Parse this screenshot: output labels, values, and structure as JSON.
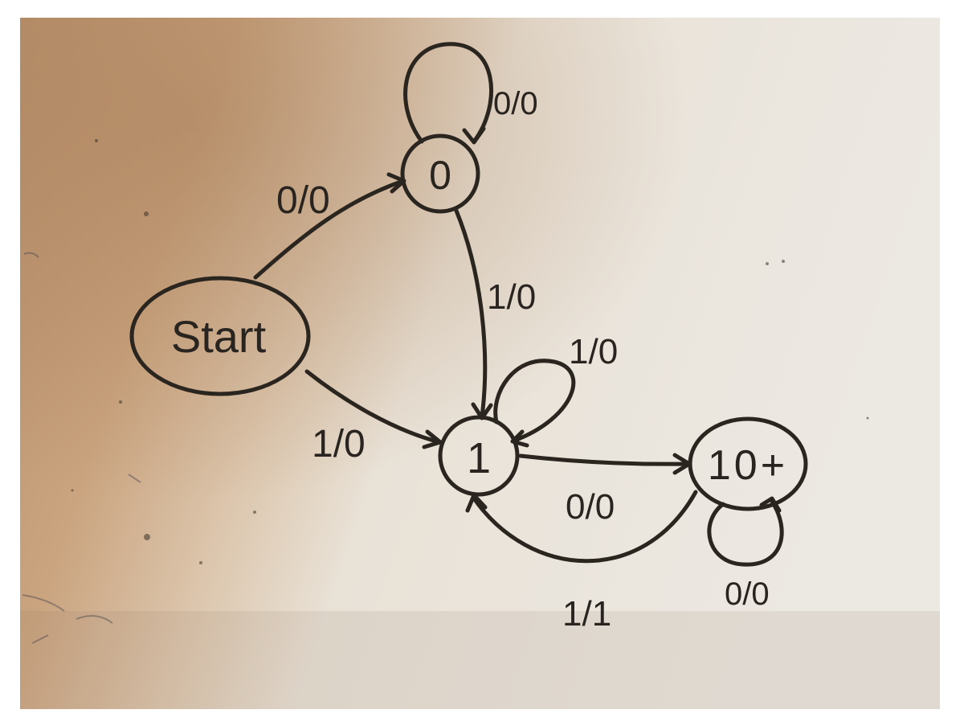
{
  "states": {
    "start": "Start",
    "s0": "0",
    "s1": "1",
    "s10": "10+"
  },
  "transitions": {
    "s0_self": "0/0",
    "start_to_s0": "0/0",
    "s0_to_s1": "1/0",
    "s1_self": "1/0",
    "start_to_s1": "1/0",
    "s1_to_s10": "0/0",
    "s10_to_s1": "1/1",
    "s10_self": "0/0"
  },
  "colors": {
    "ink": "#2b2520",
    "board_light": "#ece7e0",
    "board_warm": "#c9a27f"
  }
}
